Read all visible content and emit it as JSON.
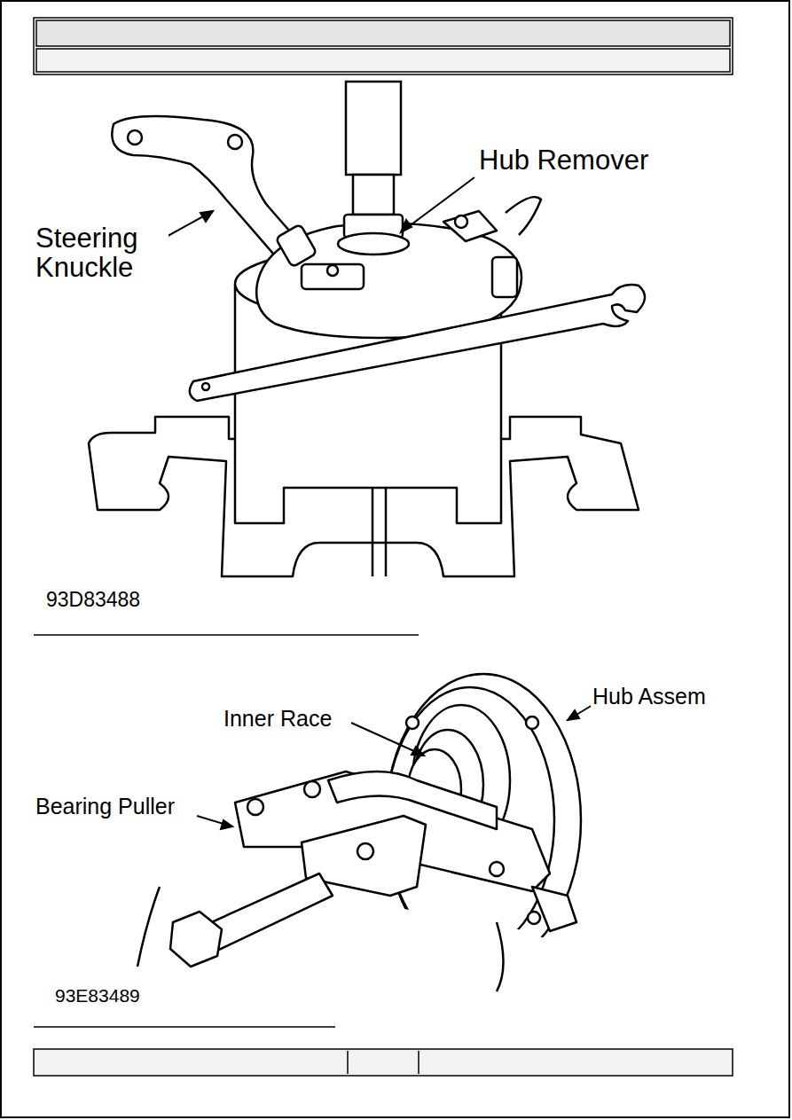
{
  "diagram": {
    "labels": [
      "Hub Remover",
      "Steering Knuckle",
      "93D83488",
      "Inner Race",
      "Bearing Puller",
      "Hub Assem",
      "93E83489"
    ]
  }
}
